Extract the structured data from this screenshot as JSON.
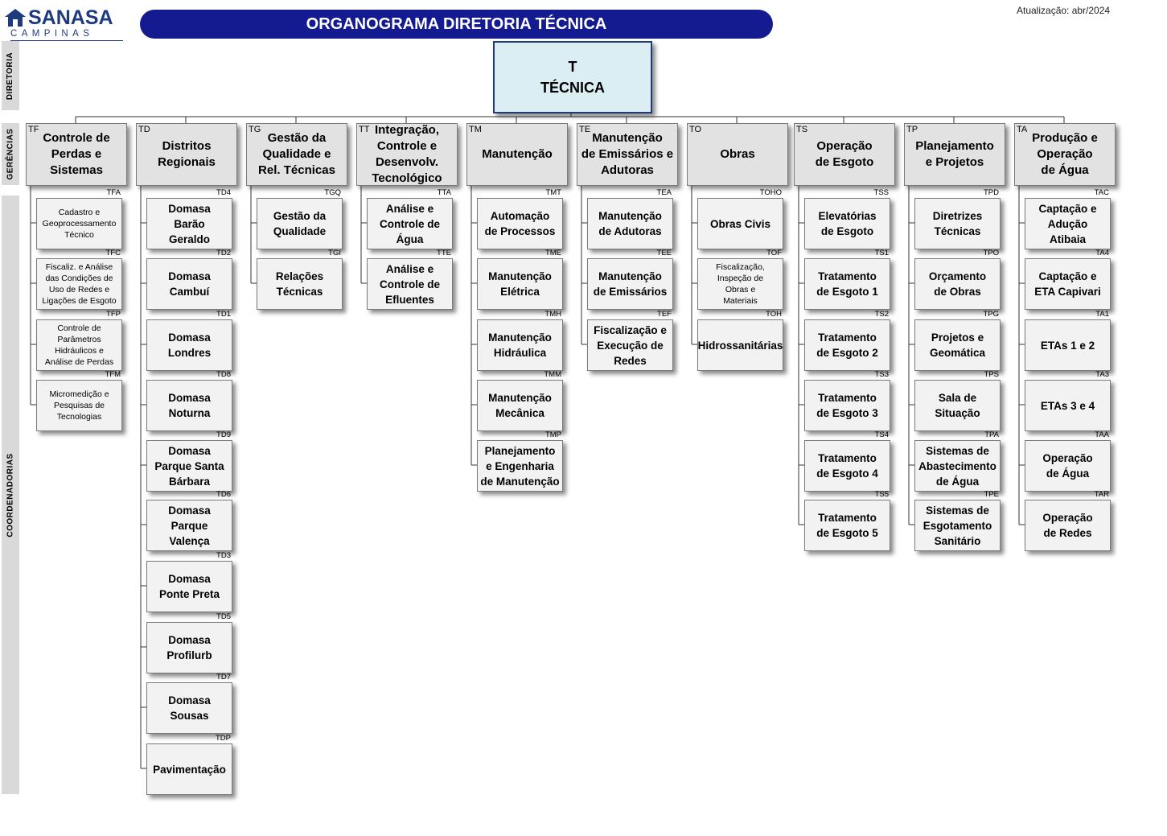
{
  "header": {
    "logo_name": "SANASA",
    "logo_sub": "CAMPINAS",
    "title": "ORGANOGRAMA DIRETORIA TÉCNICA",
    "update": "Atualização: abr/2024"
  },
  "bands": {
    "diretoria": "DIRETORIA",
    "gerencias": "GERÊNCIAS",
    "coordenadorias": "COORDENADORIAS"
  },
  "root": {
    "code": "T",
    "name": "TÉCNICA"
  },
  "colors": {
    "title_bar": "#141a8f",
    "root_fill": "#dbeef4",
    "manager_fill": "#e2e2e2",
    "coord_fill": "#f2f2f2",
    "logo": "#1f3b80"
  },
  "icons": {
    "logo": "house-icon"
  },
  "managers": [
    {
      "code": "TF",
      "name": "Controle de\nPerdas e\nSistemas",
      "coords": [
        {
          "code": "TFA",
          "name": "Cadastro e\nGeoprocessamento\nTécnico",
          "small": true
        },
        {
          "code": "TFC",
          "name": "Fiscaliz. e Análise\ndas Condições de\nUso de Redes e\nLigações de Esgoto",
          "small": true
        },
        {
          "code": "TFP",
          "name": "Controle de\nParâmetros\nHidráulicos e\nAnálise de Perdas",
          "small": true
        },
        {
          "code": "TFM",
          "name": "Micromedição e\nPesquisas de\nTecnologias",
          "small": true
        }
      ]
    },
    {
      "code": "TD",
      "name": "Distritos\nRegionais",
      "coords": [
        {
          "code": "TD4",
          "name": "Domasa\nBarão\nGeraldo"
        },
        {
          "code": "TD2",
          "name": "Domasa\nCambuí"
        },
        {
          "code": "TD1",
          "name": "Domasa\nLondres"
        },
        {
          "code": "TD8",
          "name": "Domasa\nNoturna"
        },
        {
          "code": "TD9",
          "name": "Domasa\nParque Santa\nBárbara"
        },
        {
          "code": "TD6",
          "name": "Domasa\nParque\nValença"
        },
        {
          "code": "TD3",
          "name": "Domasa\nPonte Preta"
        },
        {
          "code": "TD5",
          "name": "Domasa\nProfilurb"
        },
        {
          "code": "TD7",
          "name": "Domasa\nSousas"
        },
        {
          "code": "TDP",
          "name": "Pavimentação"
        }
      ]
    },
    {
      "code": "TG",
      "name": "Gestão da\nQualidade e\nRel. Técnicas",
      "coords": [
        {
          "code": "TGQ",
          "name": "Gestão da\nQualidade"
        },
        {
          "code": "TGI",
          "name": "Relações\nTécnicas"
        }
      ]
    },
    {
      "code": "TT",
      "name": "Integração,\nControle e\nDesenvolv.\nTecnológico",
      "coords": [
        {
          "code": "TTA",
          "name": "Análise e\nControle de\nÁgua"
        },
        {
          "code": "TTE",
          "name": "Análise e\nControle de\nEfluentes"
        }
      ]
    },
    {
      "code": "TM",
      "name": "Manutenção",
      "coords": [
        {
          "code": "TMT",
          "name": "Automação\nde Processos"
        },
        {
          "code": "TME",
          "name": "Manutenção\nElétrica"
        },
        {
          "code": "TMH",
          "name": "Manutenção\nHidráulica"
        },
        {
          "code": "TMM",
          "name": "Manutenção\nMecânica"
        },
        {
          "code": "TMP",
          "name": "Planejamento\ne Engenharia\nde Manutenção"
        }
      ]
    },
    {
      "code": "TE",
      "name": "Manutenção\nde Emissários e\nAdutoras",
      "coords": [
        {
          "code": "TEA",
          "name": "Manutenção\nde Adutoras"
        },
        {
          "code": "TEE",
          "name": "Manutenção\nde Emissários"
        },
        {
          "code": "TEF",
          "name": "Fiscalização e\nExecução de\nRedes"
        }
      ]
    },
    {
      "code": "TO",
      "name": "Obras",
      "coords": [
        {
          "code": "TOHO",
          "name": "Obras Civis"
        },
        {
          "code": "TOF",
          "name": "Fiscalização,\nInspeção de\nObras e\nMateriais",
          "small": true
        },
        {
          "code": "TOH",
          "name": "Hidrossanitárias"
        }
      ]
    },
    {
      "code": "TS",
      "name": "Operação\nde Esgoto",
      "coords": [
        {
          "code": "TSS",
          "name": "Elevatórias\nde Esgoto"
        },
        {
          "code": "TS1",
          "name": "Tratamento\nde Esgoto 1"
        },
        {
          "code": "TS2",
          "name": "Tratamento\nde Esgoto 2"
        },
        {
          "code": "TS3",
          "name": "Tratamento\nde Esgoto 3"
        },
        {
          "code": "TS4",
          "name": "Tratamento\nde Esgoto 4"
        },
        {
          "code": "TS5",
          "name": "Tratamento\nde Esgoto 5"
        }
      ]
    },
    {
      "code": "TP",
      "name": "Planejamento\ne Projetos",
      "coords": [
        {
          "code": "TPD",
          "name": "Diretrizes\nTécnicas"
        },
        {
          "code": "TPO",
          "name": "Orçamento\nde Obras"
        },
        {
          "code": "TPG",
          "name": "Projetos e\nGeomática"
        },
        {
          "code": "TPS",
          "name": "Sala de\nSituação"
        },
        {
          "code": "TPA",
          "name": "Sistemas de\nAbastecimento\nde Água"
        },
        {
          "code": "TPE",
          "name": "Sistemas de\nEsgotamento\nSanitário"
        }
      ]
    },
    {
      "code": "TA",
      "name": "Produção e\nOperação\nde Água",
      "coords": [
        {
          "code": "TAC",
          "name": "Captação e\nAdução\nAtibaia"
        },
        {
          "code": "TA4",
          "name": "Captação e\nETA Capivari"
        },
        {
          "code": "TA1",
          "name": "ETAs 1 e 2"
        },
        {
          "code": "TA3",
          "name": "ETAs 3 e 4"
        },
        {
          "code": "TAA",
          "name": "Operação\nde Água"
        },
        {
          "code": "TAR",
          "name": "Operação\nde Redes"
        }
      ]
    }
  ]
}
